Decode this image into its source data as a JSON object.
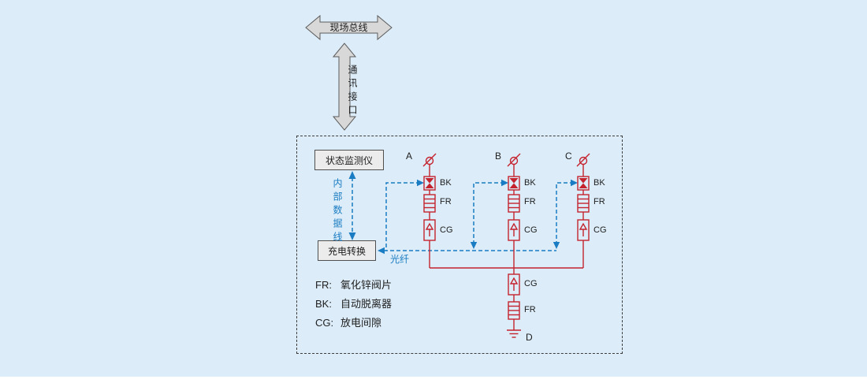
{
  "colors": {
    "bg": "#dcecf8",
    "red": "#c4232e",
    "blue": "#1a7cc2",
    "ink": "#1e1e1e",
    "box-fill": "#ececec",
    "box-border": "#4f4f4f",
    "arrow-fill": "#d8d8d8",
    "arrow-border": "#5c5c5c",
    "enclosure-border": "#3c3c3c",
    "footer": "#ffffff"
  },
  "header": {
    "fieldbus": "现场总线",
    "comm_interface": "通讯接口"
  },
  "monitor_box": "状态监测仪",
  "charge_box": "充电转换",
  "internal_data_line": "内部数据线",
  "fiber": "光纤",
  "branches": [
    {
      "name": "A"
    },
    {
      "name": "B"
    },
    {
      "name": "C"
    }
  ],
  "symbols": {
    "bk": "BK",
    "fr": "FR",
    "cg": "CG"
  },
  "bottom": {
    "cg": "CG",
    "fr": "FR",
    "terminal": "D"
  },
  "legend": [
    {
      "key": "FR:",
      "desc": "氧化锌阀片"
    },
    {
      "key": "BK:",
      "desc": "自动脱离器"
    },
    {
      "key": "CG:",
      "desc": "放电间隙"
    }
  ]
}
